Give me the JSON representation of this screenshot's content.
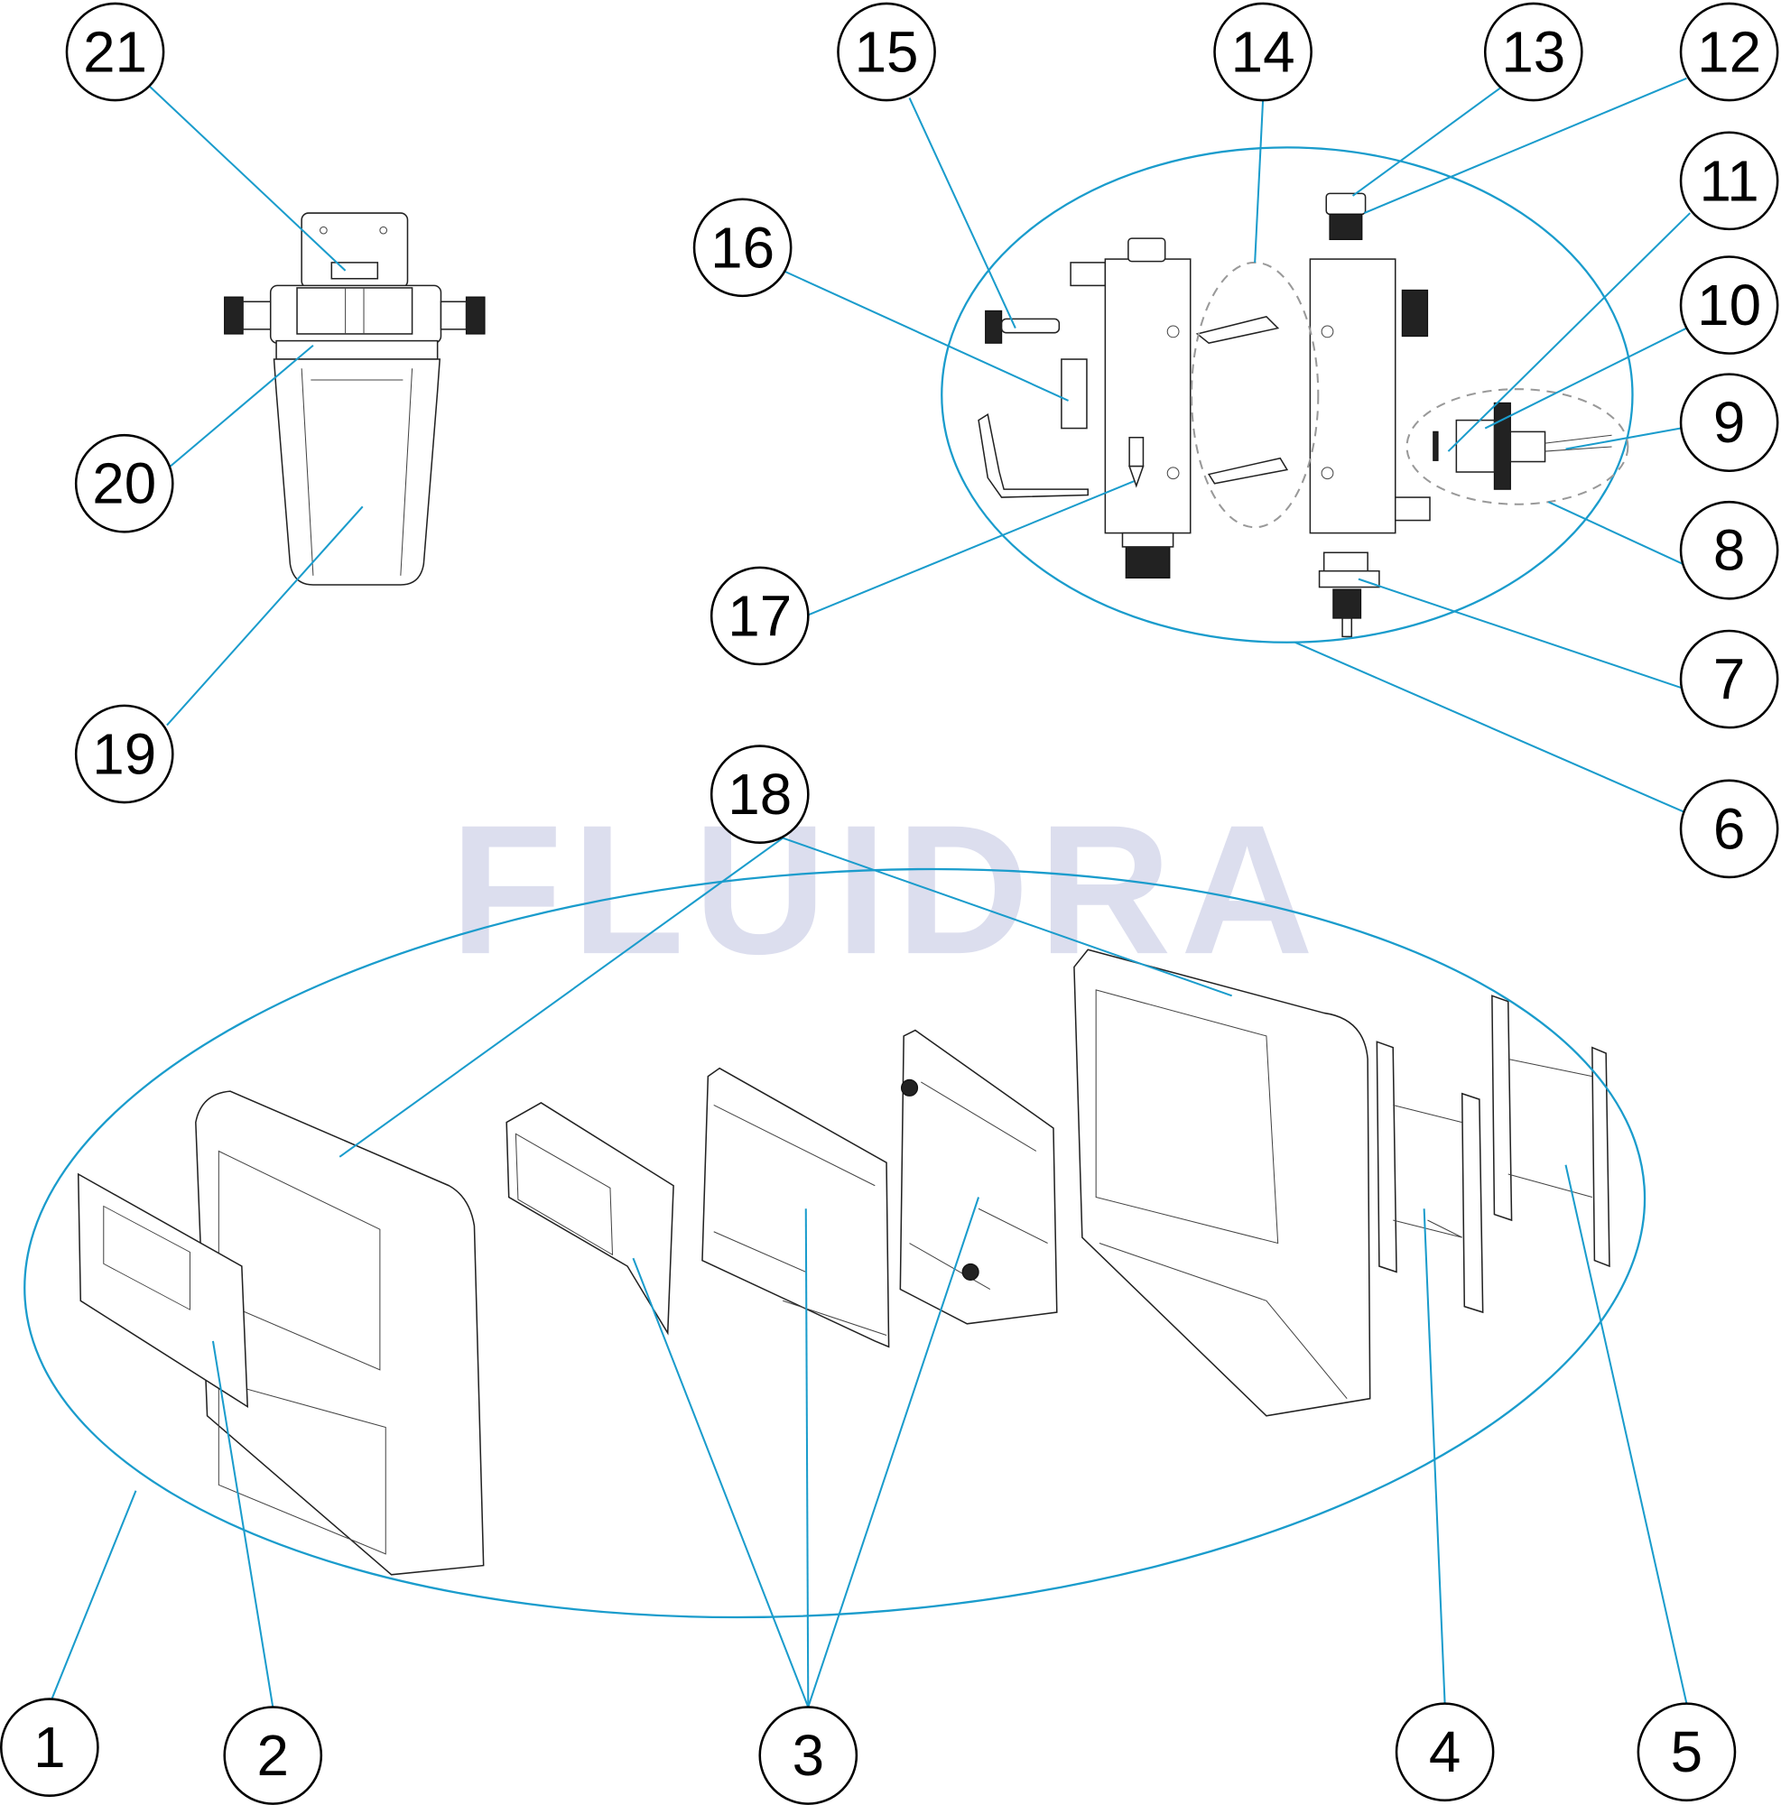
{
  "watermark": "FLUIDRA",
  "callouts": {
    "c1": "1",
    "c2": "2",
    "c3": "3",
    "c4": "4",
    "c5": "5",
    "c6": "6",
    "c7": "7",
    "c8": "8",
    "c9": "9",
    "c10": "10",
    "c11": "11",
    "c12": "12",
    "c13": "13",
    "c14": "14",
    "c15": "15",
    "c16": "16",
    "c17": "17",
    "c18": "18",
    "c19": "19",
    "c20": "20",
    "c21": "21"
  },
  "colors": {
    "leader": "#1a9ccc",
    "watermark": "#dcdeee"
  }
}
